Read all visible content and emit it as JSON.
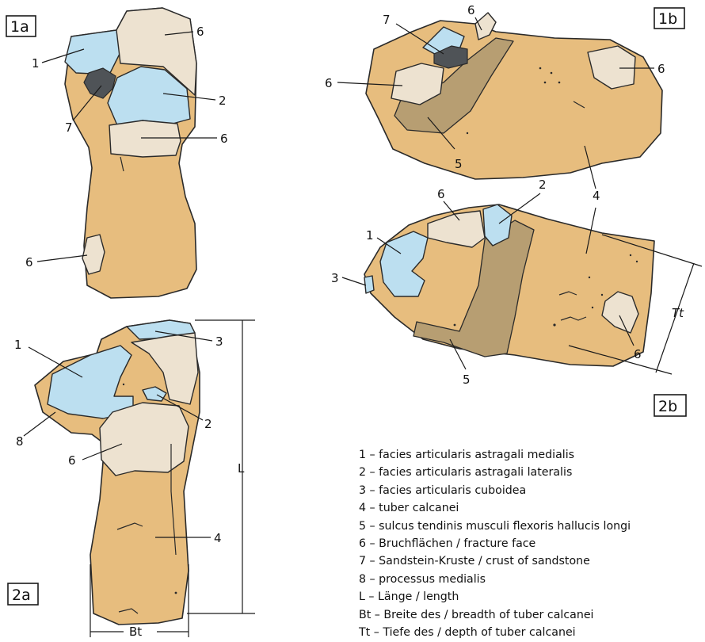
{
  "panels": {
    "p1a": "1a",
    "p1b": "1b",
    "p2a": "2a",
    "p2b": "2b"
  },
  "callouts": {
    "n1": "1",
    "n2": "2",
    "n3": "3",
    "n4": "4",
    "n5": "5",
    "n6": "6",
    "n7": "7",
    "n8": "8"
  },
  "measures": {
    "length": "L",
    "breadth": "Bt",
    "depth": "Tt"
  },
  "legend": [
    "1 – facies articularis astragali medialis",
    "2 – facies articularis astragali lateralis",
    "3 – facies articularis cuboidea",
    "4 – tuber calcanei",
    "5 – sulcus tendinis musculi flexoris hallucis longi",
    "6 – Bruchflächen / fracture face",
    "7 – Sandstein-Kruste / crust of sandstone",
    "8 – processus medialis",
    "L – Länge / length",
    "Bt – Breite des / breadth of tuber calcanei",
    "Tt – Tiefe des / depth of tuber calcanei"
  ],
  "colors": {
    "bone": "#e7bd7e",
    "articular_surface": "#bcdff0",
    "fracture_face": "#ede2d0",
    "sandstone_crust": "#4f5357",
    "sulcus": "#b79e72"
  }
}
